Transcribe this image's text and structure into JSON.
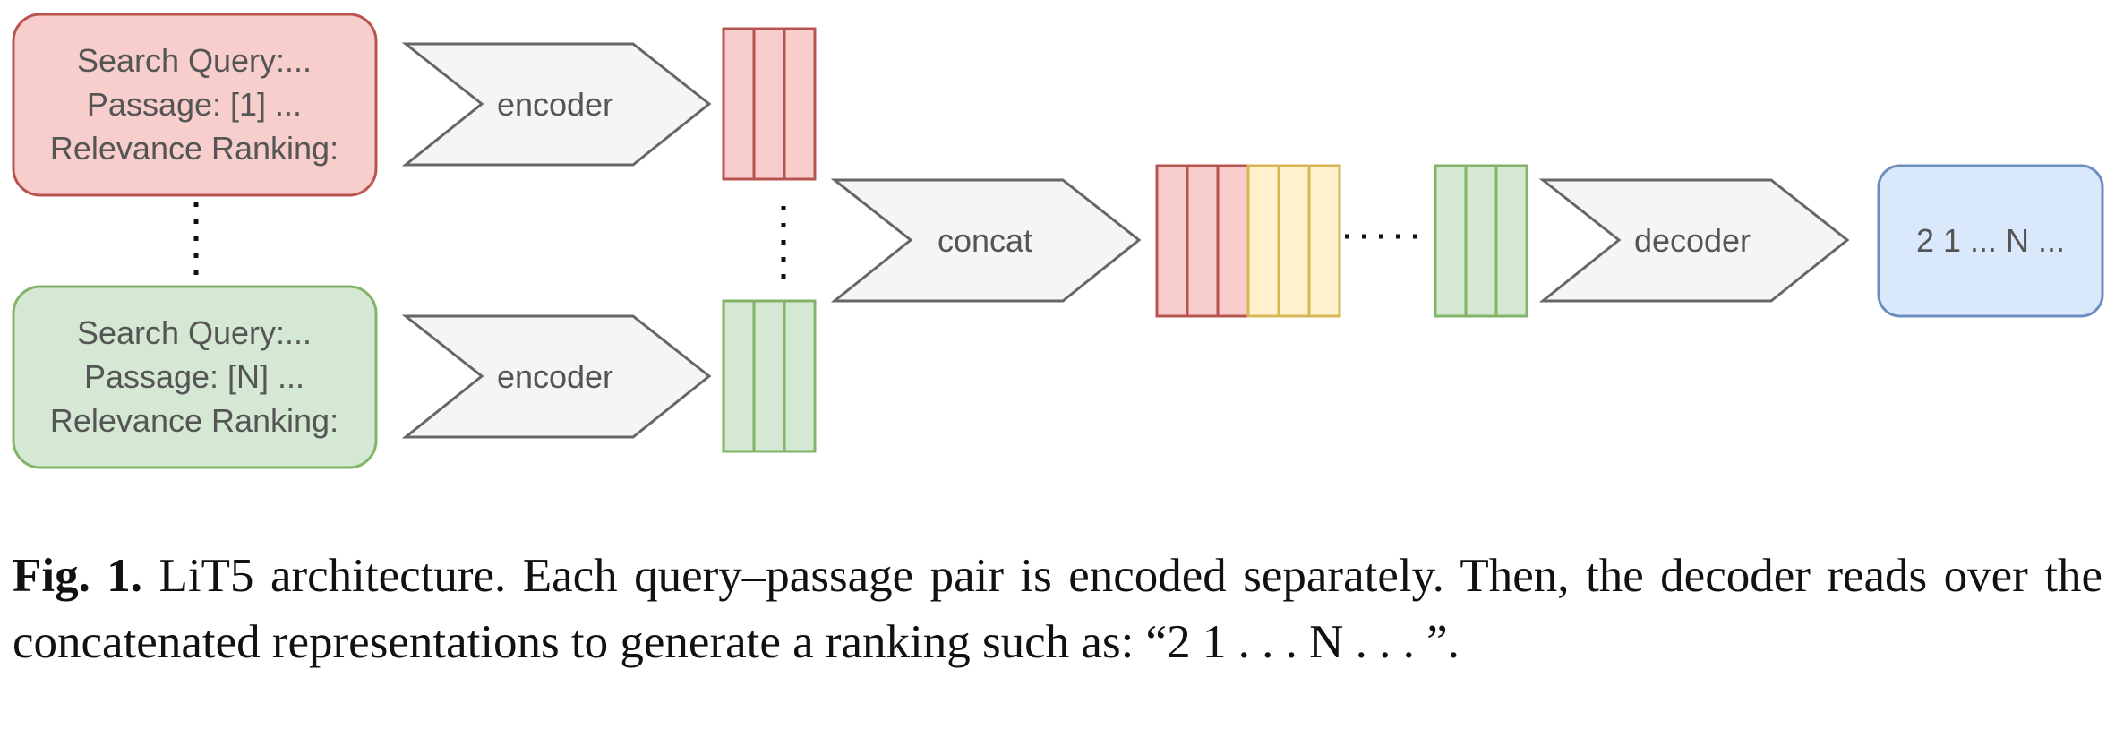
{
  "diagram": {
    "input_first": {
      "lines": [
        "Search Query:...",
        "Passage: [1] ...",
        "Relevance Ranking:"
      ]
    },
    "input_last": {
      "lines": [
        "Search Query:...",
        "Passage: [N] ...",
        "Relevance Ranking:"
      ]
    },
    "encoder_top_label": "encoder",
    "encoder_bottom_label": "encoder",
    "concat_label": "concat",
    "decoder_label": "decoder",
    "output_label": "2 1 ... N ...",
    "colors": {
      "red_fill": "#F8CECC",
      "red_stroke": "#B85450",
      "green_fill": "#D5E8D4",
      "green_stroke": "#82B366",
      "yellow_fill": "#FFF2CC",
      "yellow_stroke": "#D6B656",
      "blue_fill": "#DAE8FC",
      "blue_stroke": "#6C8EBF",
      "gray_fill": "#F5F5F5",
      "gray_stroke": "#666666",
      "text": "#555555"
    }
  },
  "caption": {
    "label": "Fig. 1.",
    "text": "LiT5 architecture. Each query–passage pair is encoded separately. Then, the decoder reads over the concatenated representations to generate a ranking such as: “2 1 . . . N . . . ”."
  }
}
